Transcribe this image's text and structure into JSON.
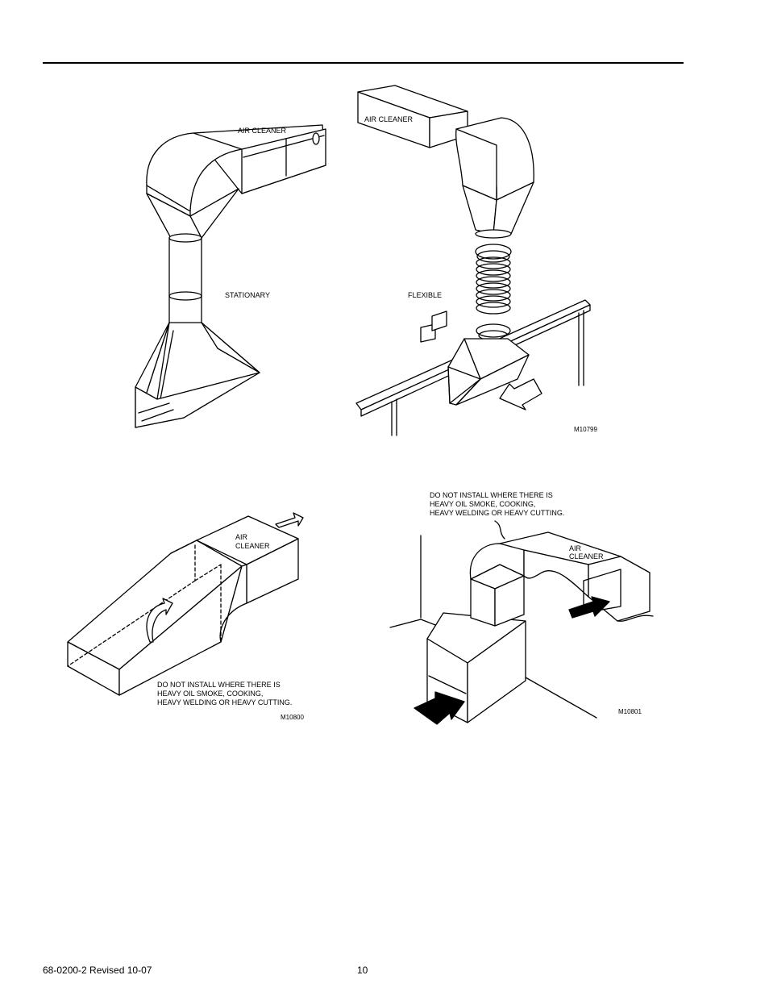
{
  "figures": {
    "stationary": {
      "air_cleaner_label": "AIR CLEANER",
      "caption": "STATIONARY"
    },
    "flexible": {
      "air_cleaner_label": "AIR CLEANER",
      "caption": "FLEXIBLE",
      "figure_code": "M10799"
    },
    "hood_duct": {
      "air_cleaner_label_line1": "AIR",
      "air_cleaner_label_line2": "CLEANER",
      "warning_line1": "DO NOT INSTALL WHERE THERE IS",
      "warning_line2": "HEAVY OIL SMOKE, COOKING,",
      "warning_line3": "HEAVY WELDING OR HEAVY CUTTING.",
      "figure_code": "M10800"
    },
    "cabinet_duct": {
      "warning_line1": "DO NOT INSTALL WHERE THERE IS",
      "warning_line2": "HEAVY OIL SMOKE, COOKING,",
      "warning_line3": "HEAVY WELDING OR HEAVY CUTTING.",
      "air_cleaner_label_line1": "AIR",
      "air_cleaner_label_line2": "CLEANER",
      "figure_code": "M10801"
    }
  },
  "footer": {
    "doc_number": "68-0200-2  Revised 10-07",
    "page_number": "10"
  }
}
